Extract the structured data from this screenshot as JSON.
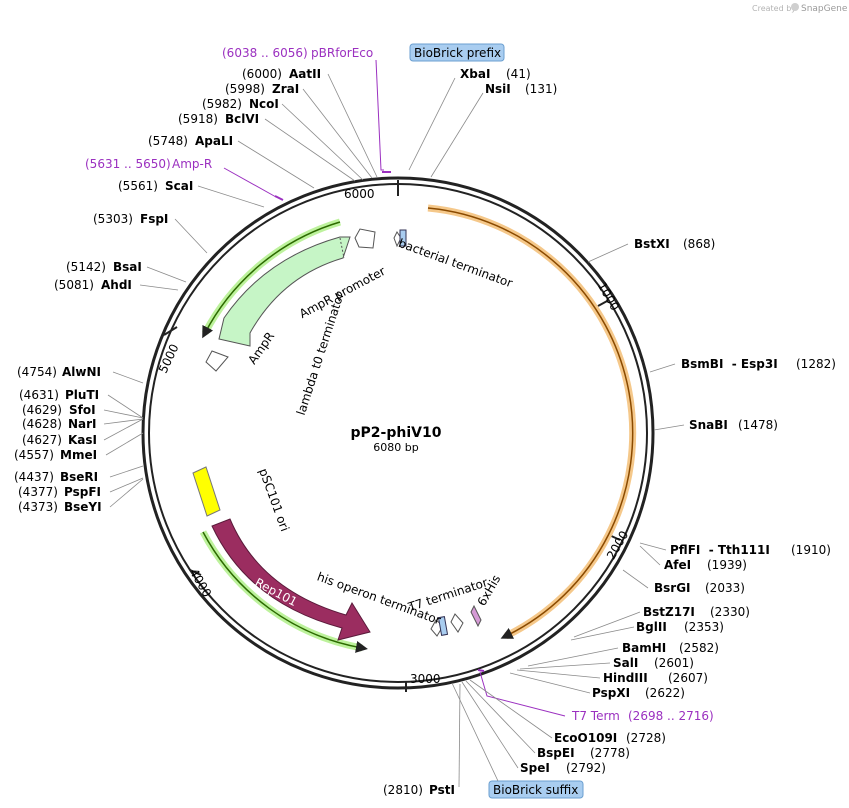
{
  "credit": {
    "prefix": "Created by",
    "brand": "SnapGene"
  },
  "plasmid": {
    "name": "pP2-phiV10",
    "size_label": "6080 bp",
    "length": 6080
  },
  "ticks": [
    "1000",
    "2000",
    "3000",
    "4000",
    "5000",
    "6000"
  ],
  "sites_right": [
    {
      "name": "XbaI",
      "pos": "(41)"
    },
    {
      "name": "NsiI",
      "pos": "(131)"
    },
    {
      "name": "BstXI",
      "pos": "(868)"
    },
    {
      "name": "BsmBI  - Esp3I",
      "pos": "(1282)"
    },
    {
      "name": "SnaBI",
      "pos": "(1478)"
    },
    {
      "name": "PflFI  - Tth111I",
      "pos": "(1910)"
    },
    {
      "name": "AfeI",
      "pos": "(1939)"
    },
    {
      "name": "BsrGI",
      "pos": "(2033)"
    },
    {
      "name": "BstZ17I",
      "pos": "(2330)"
    },
    {
      "name": "BglII",
      "pos": "(2353)"
    },
    {
      "name": "BamHI",
      "pos": "(2582)"
    },
    {
      "name": "SalI",
      "pos": "(2601)"
    },
    {
      "name": "HindIII",
      "pos": "(2607)"
    },
    {
      "name": "PspXI",
      "pos": "(2622)"
    },
    {
      "name": "EcoO109I",
      "pos": "(2728)"
    },
    {
      "name": "BspEI",
      "pos": "(2778)"
    },
    {
      "name": "SpeI",
      "pos": "(2792)"
    }
  ],
  "sites_left": [
    {
      "name": "AatII",
      "pos": "(6000)"
    },
    {
      "name": "ZraI",
      "pos": "(5998)"
    },
    {
      "name": "NcoI",
      "pos": "(5982)"
    },
    {
      "name": "BclVI",
      "pos": "(5918)"
    },
    {
      "name": "ApaLI",
      "pos": "(5748)"
    },
    {
      "name": "ScaI",
      "pos": "(5561)"
    },
    {
      "name": "FspI",
      "pos": "(5303)"
    },
    {
      "name": "BsaI",
      "pos": "(5142)"
    },
    {
      "name": "AhdI",
      "pos": "(5081)"
    },
    {
      "name": "AlwNI",
      "pos": "(4754)"
    },
    {
      "name": "PluTI",
      "pos": "(4631)"
    },
    {
      "name": "SfoI",
      "pos": "(4629)"
    },
    {
      "name": "NarI",
      "pos": "(4628)"
    },
    {
      "name": "KasI",
      "pos": "(4627)"
    },
    {
      "name": "MmeI",
      "pos": "(4557)"
    },
    {
      "name": "BseRI",
      "pos": "(4437)"
    },
    {
      "name": "PspFI",
      "pos": "(4377)"
    },
    {
      "name": "BseYI",
      "pos": "(4373)"
    },
    {
      "name": "PstI",
      "pos": "(2810)"
    }
  ],
  "primers": [
    {
      "range": "(6038 .. 6056)",
      "name": "pBRforEco"
    },
    {
      "range": "(5631 .. 5650)",
      "name": "Amp-R"
    },
    {
      "name": "T7 Term",
      "range": "(2698 .. 2716)"
    }
  ],
  "badges": {
    "prefix": "BioBrick prefix",
    "suffix": "BioBrick suffix"
  },
  "features": {
    "bacterial_terminator": "bacterial terminator",
    "ampr_promoter": "AmpR promoter",
    "ampr": "AmpR",
    "lambda_t0": "lambda t0 terminator",
    "psc101_ori": "pSC101 ori",
    "rep101": "Rep101",
    "his_operon": "his operon terminator",
    "t7_terminator": "T7 terminator",
    "his_tag": "6xHis"
  },
  "colors": {
    "backbone": "#222222",
    "orange_orf": "#f5b45a",
    "green_marker": "#9fe07a",
    "ampr_fill": "#c6f5c6",
    "rep_fill": "#9b2d60",
    "ori_fill": "#ffff00",
    "primer": "#9b30c0",
    "badge_fill": "#a9cdf0"
  }
}
